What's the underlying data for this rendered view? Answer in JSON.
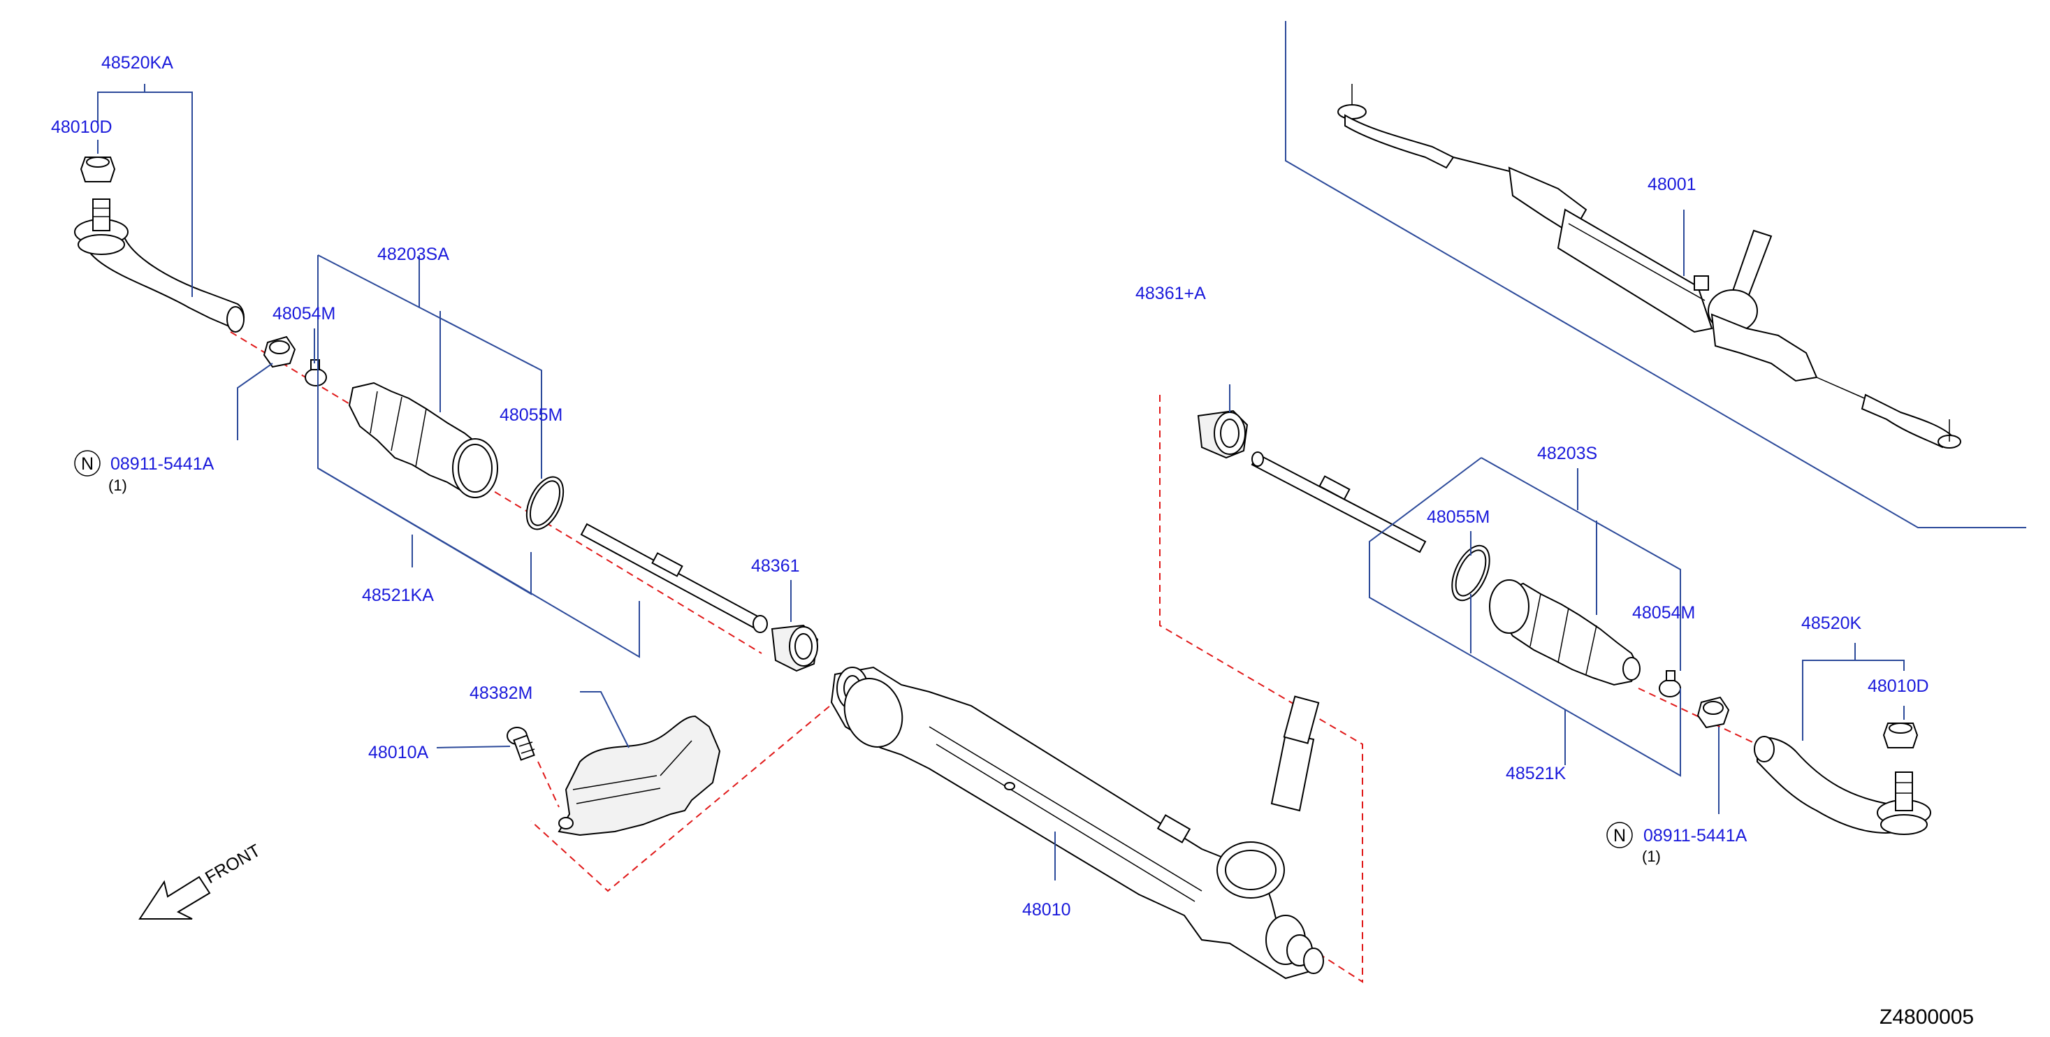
{
  "diagram_id": "Z4800005",
  "front_label": "FRONT",
  "colors": {
    "label": "#1a1adb",
    "leader": "#2c4a9a",
    "centerline": "#e01919",
    "ink": "#000000"
  },
  "labels": {
    "tie_rod_end_left": "48520KA",
    "nut_left": "48010D",
    "boot_kit_left": "48203SA",
    "clamp_small_left": "48054M",
    "clamp_large_left": "48055M",
    "boot_left": "48521KA",
    "lock_nut_left": "08911-5441A",
    "lock_nut_left_qty": "(1)",
    "mount_insulator_left": "48361",
    "insulator_kit": "48361+A",
    "shield": "48382M",
    "bolt": "48010A",
    "gear_housing": "48010",
    "gear_assembly": "48001",
    "boot_kit_right": "48203S",
    "clamp_large_right": "48055M",
    "clamp_small_right": "48054M",
    "boot_right": "48521K",
    "tie_rod_end_right": "48520K",
    "nut_right": "48010D",
    "lock_nut_right": "08911-5441A",
    "lock_nut_right_qty": "(1)",
    "lock_nut_symbol_left": "N",
    "lock_nut_symbol_right": "N"
  }
}
